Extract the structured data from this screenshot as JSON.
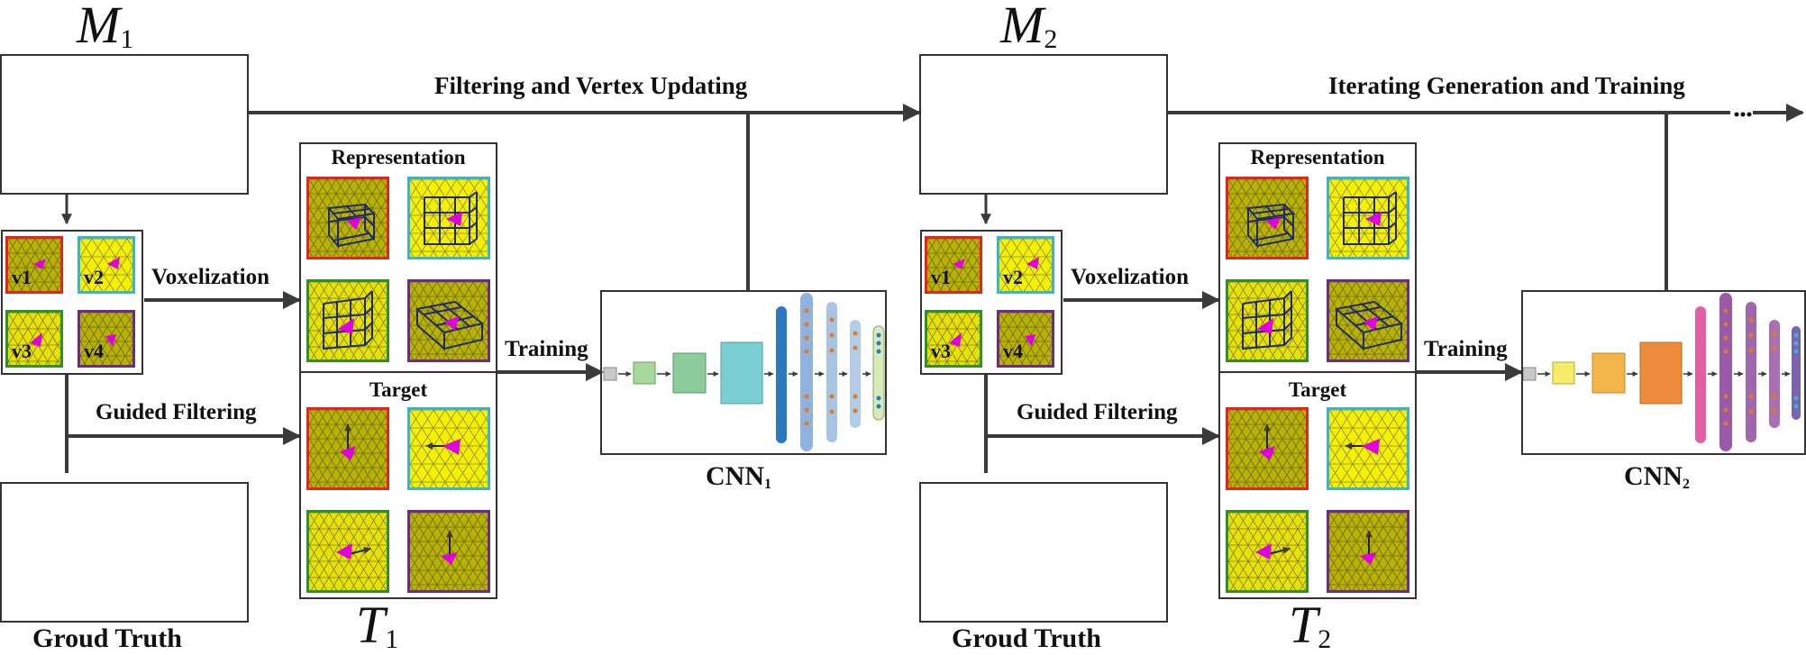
{
  "meshes": {
    "m1": "M",
    "m1_sub": "1",
    "m2": "M",
    "m2_sub": "2",
    "t1": "T",
    "t1_sub": "1",
    "t2": "T",
    "t2_sub": "2"
  },
  "labels": {
    "filtering_updating": "Filtering and Vertex Updating",
    "iterating": "Iterating Generation and Training",
    "voxelization": "Voxelization",
    "guided_filtering": "Guided Filtering",
    "training": "Training",
    "representation": "Representation",
    "target": "Target",
    "ground_truth": "Groud Truth",
    "cnn": "CNN",
    "cnn1_sub": "1",
    "cnn2_sub": "2"
  },
  "vertex_tags": [
    "v1",
    "v2",
    "v3",
    "v4"
  ],
  "colors": {
    "mesh_yellow": "#f2ee00",
    "tile_red": "#e52421",
    "tile_cyan": "#39b3d6",
    "tile_green": "#2f8f2f",
    "tile_purple": "#6a2c8a",
    "magenta": "#e000e0",
    "arrow": "#3a3a3a",
    "cnn1": [
      "#c8c8c8",
      "#a6d99a",
      "#8ccc9a",
      "#79cfd3",
      "#2e78c0",
      "#8fb3de",
      "#a7c4e6",
      "#b3cde9",
      "#d6ebb8"
    ],
    "cnn2": [
      "#c8c8c8",
      "#f5ec6a",
      "#f3b54a",
      "#ef8c3c",
      "#e35fa3",
      "#9a5aa9",
      "#a066ae",
      "#a86fb3",
      "#7d62ae"
    ]
  },
  "extra": "..."
}
